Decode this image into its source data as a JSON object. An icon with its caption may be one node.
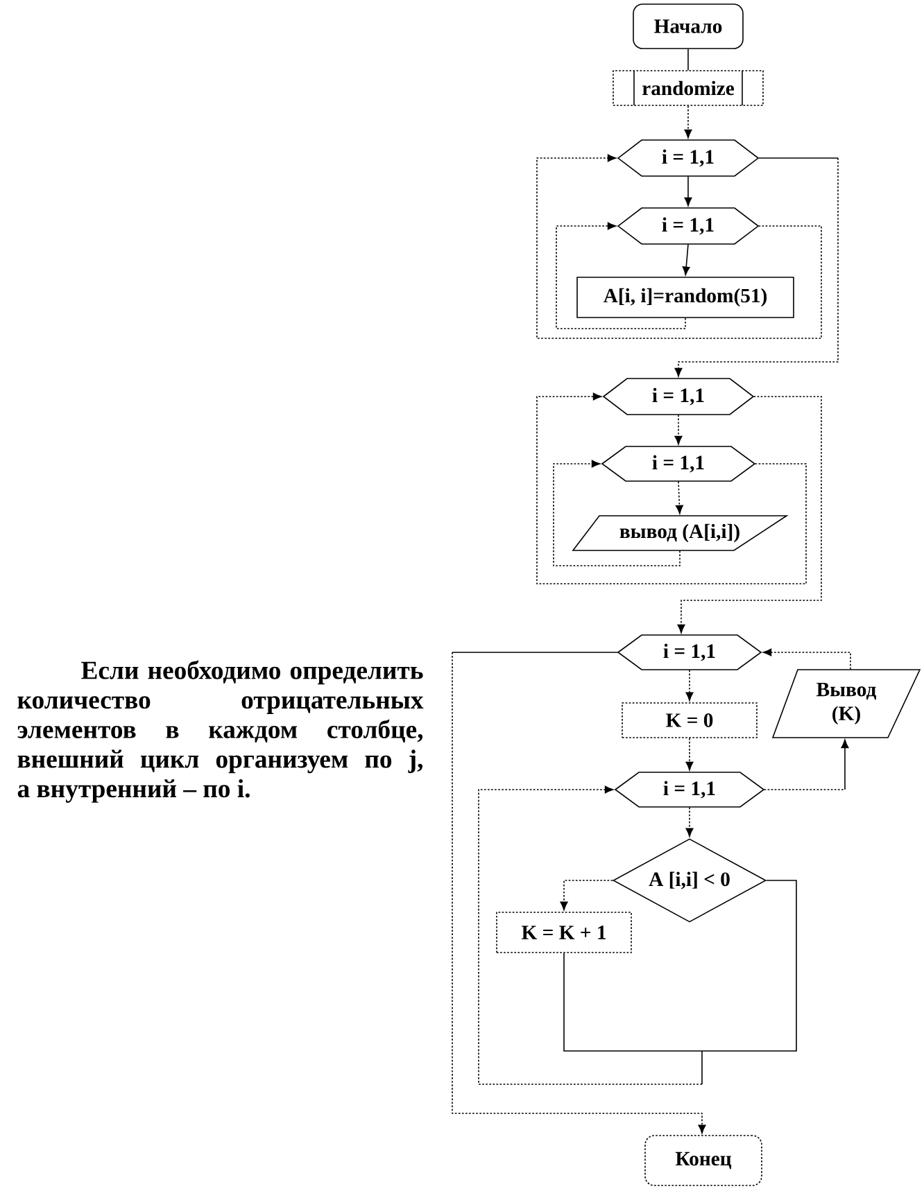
{
  "diagram": {
    "nodes": [
      {
        "text": [
          "Начало"
        ]
      },
      {
        "text": [
          "randomize"
        ]
      },
      {
        "text": [
          "i = 1,1"
        ]
      },
      {
        "text": [
          "i = 1,1"
        ]
      },
      {
        "text": [
          "A[i, i]=random(51)"
        ]
      },
      {
        "text": [
          "i = 1,1"
        ]
      },
      {
        "text": [
          "i = 1,1"
        ]
      },
      {
        "text": [
          "вывод (A[i,i])"
        ]
      },
      {
        "text": [
          "i = 1,1"
        ]
      },
      {
        "text": [
          "K = 0"
        ]
      },
      {
        "text": [
          "Вывод (K)"
        ]
      },
      {
        "text": [
          "i = 1,1"
        ]
      },
      {
        "text": [
          "A [i,i] < 0"
        ]
      },
      {
        "text": [
          "K = K + 1"
        ]
      },
      {
        "text": [
          "Конец"
        ]
      }
    ],
    "edges": [
      {
        "from": 0,
        "to": 1,
        "arrow": "none"
      },
      {
        "from": 1,
        "to": 2,
        "arrow": "to",
        "style": "dashed"
      },
      {
        "from": 2,
        "to": 3,
        "arrow": "to"
      },
      {
        "from": 3,
        "to": 4,
        "arrow": "to"
      },
      {
        "from": 4,
        "to": 3,
        "arrow": "to",
        "style": "dashed"
      },
      {
        "from": 3,
        "to": 2,
        "arrow": "to",
        "style": "dashed"
      },
      {
        "from": 2,
        "to": 5,
        "arrow": "to",
        "style": "dashed"
      },
      {
        "from": 5,
        "to": 6,
        "arrow": "to",
        "style": "dashed"
      },
      {
        "from": 6,
        "to": 7,
        "arrow": "to",
        "style": "dashed"
      },
      {
        "from": 7,
        "to": 6,
        "arrow": "to",
        "style": "dashed"
      },
      {
        "from": 6,
        "to": 5,
        "arrow": "to",
        "style": "dashed"
      },
      {
        "from": 5,
        "to": 8,
        "arrow": "to",
        "style": "dashed"
      },
      {
        "from": 8,
        "to": 9,
        "arrow": "to",
        "style": "dashed"
      },
      {
        "from": 9,
        "to": 11,
        "arrow": "to",
        "style": "dashed"
      },
      {
        "from": 11,
        "to": 12,
        "arrow": "to",
        "style": "dashed"
      },
      {
        "from": 12,
        "to": 13,
        "arrow": "to",
        "style": "dashed"
      },
      {
        "from": 12,
        "to": 11,
        "arrow": "to",
        "style": "dashed"
      },
      {
        "from": 13,
        "to": 11,
        "arrow": "to",
        "style": "dashed"
      },
      {
        "from": 11,
        "to": 10,
        "arrow": "to",
        "style": "dashed"
      },
      {
        "from": 10,
        "to": 8,
        "arrow": "to",
        "style": "dashed"
      },
      {
        "from": 8,
        "to": 14,
        "arrow": "to",
        "style": "dashed"
      }
    ],
    "labels": [
      "Если необходимо определить количество отрицательных элементов в каждом столбце, внешний цикл организуем по j, а внутренний – по i."
    ]
  }
}
